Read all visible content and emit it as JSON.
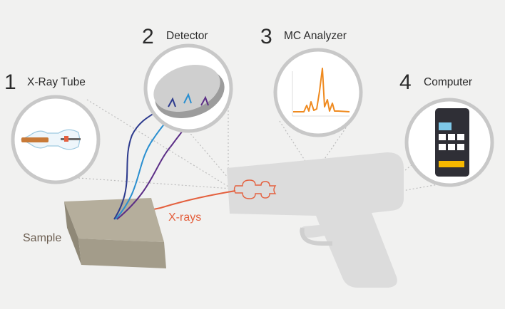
{
  "steps": [
    {
      "number": "1",
      "name": "X-Ray Tube"
    },
    {
      "number": "2",
      "name": "Detector"
    },
    {
      "number": "3",
      "name": "MC Analyzer"
    },
    {
      "number": "4",
      "name": "Computer"
    }
  ],
  "labels": {
    "xrays": "X-rays",
    "sample": "Sample"
  },
  "colors": {
    "background": "#f1f1f0",
    "gun": "#dcdcdc",
    "sample_top": "#b5ae9c",
    "sample_side": "#8f8877",
    "xray_arrow": "#e4603e",
    "spectrum": "#ef8a1f",
    "fluorescence": [
      "#2d3b8e",
      "#2a8fd0",
      "#5b2d86"
    ],
    "screen": "#7ec8e8",
    "button": "#ffffff",
    "bar": "#f5b800"
  }
}
